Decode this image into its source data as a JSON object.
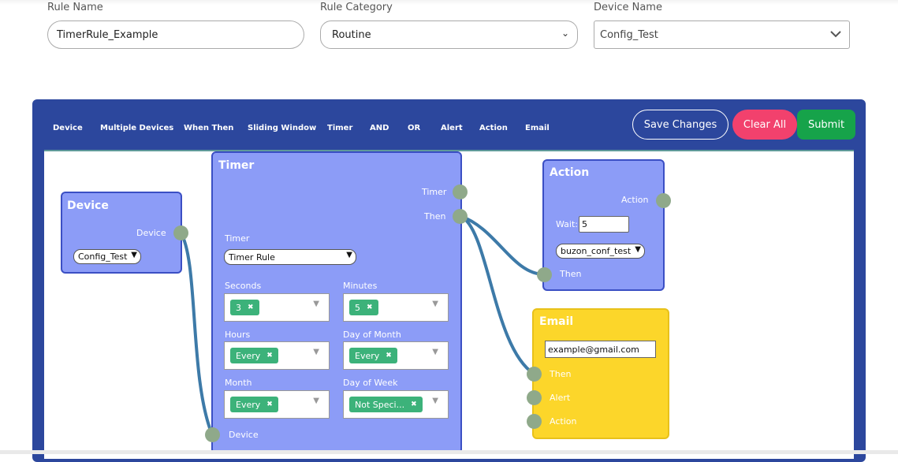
{
  "form": {
    "rule_name_label": "Rule Name",
    "rule_name_value": "TimerRule_Example",
    "rule_category_label": "Rule Category",
    "rule_category_value": "Routine",
    "device_name_label": "Device Name",
    "device_name_value": "Config_Test"
  },
  "toolbar": {
    "items": [
      "Device",
      "Multiple Devices",
      "When Then",
      "Sliding Window",
      "Timer",
      "AND",
      "OR",
      "Alert",
      "Action",
      "Email"
    ],
    "save_label": "Save Changes",
    "clear_label": "Clear All",
    "submit_label": "Submit"
  },
  "nodes": {
    "device": {
      "title": "Device",
      "out_label": "Device",
      "select_value": "Config_Test"
    },
    "timer": {
      "title": "Timer",
      "timer_port_label": "Timer",
      "then_port_label": "Then",
      "timer_label": "Timer",
      "timer_select": "Timer Rule",
      "seconds_label": "Seconds",
      "seconds_value": "3",
      "minutes_label": "Minutes",
      "minutes_value": "5",
      "hours_label": "Hours",
      "hours_value": "Every",
      "day_of_month_label": "Day of Month",
      "day_of_month_value": "Every",
      "month_label": "Month",
      "month_value": "Every",
      "day_of_week_label": "Day of Week",
      "day_of_week_value": "Not Speci...",
      "device_in_label": "Device"
    },
    "action": {
      "title": "Action",
      "action_port_label": "Action",
      "wait_label": "Wait:",
      "wait_value": "5",
      "select_value": "buzon_conf_test",
      "then_label": "Then"
    },
    "email": {
      "title": "Email",
      "email_value": "example@gmail.com",
      "then_label": "Then",
      "alert_label": "Alert",
      "action_label": "Action"
    }
  },
  "colors": {
    "panel": "#2c479d",
    "node": "#8c9cf7",
    "email_node": "#fcd62a",
    "clear_button": "#f2416d",
    "submit_button": "#16a34a",
    "chip": "#3cb27a",
    "port": "#8fa98a",
    "connector": "#3d7aa8"
  }
}
